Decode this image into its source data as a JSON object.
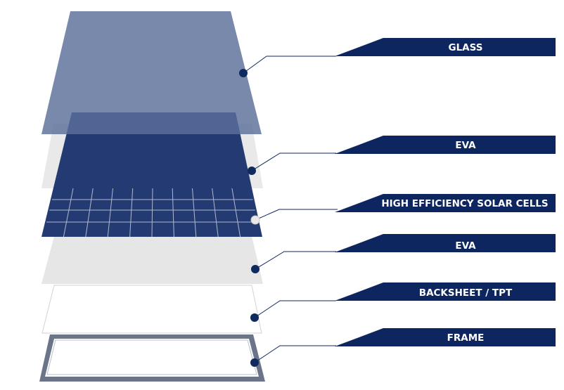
{
  "diagram": {
    "layers": [
      {
        "id": "glass",
        "label": "GLASS",
        "fill": "#7284a8",
        "dot": "#0f2a5e"
      },
      {
        "id": "eva-top",
        "label": "EVA",
        "fill": "#e6e6e6",
        "dot": "#0f2a5e"
      },
      {
        "id": "solar-cells",
        "label": "HIGH EFFICIENCY SOLAR CELLS",
        "fill": "#243a73",
        "dot": "#e8e8e8"
      },
      {
        "id": "eva-bottom",
        "label": "EVA",
        "fill": "#e6e6e6",
        "dot": "#0f2a5e"
      },
      {
        "id": "backsheet",
        "label": "BACKSHEET / TPT",
        "fill": "#ffffff",
        "dot": "#0f2a5e"
      },
      {
        "id": "frame",
        "label": "FRAME",
        "fill": "#6b7488",
        "dot": "#0f2a5e"
      }
    ],
    "colors": {
      "label_bg": "#0d2660",
      "label_text": "#ffffff",
      "leader_line": "#0d2660",
      "cell_grid": "#c9cfdd"
    }
  }
}
